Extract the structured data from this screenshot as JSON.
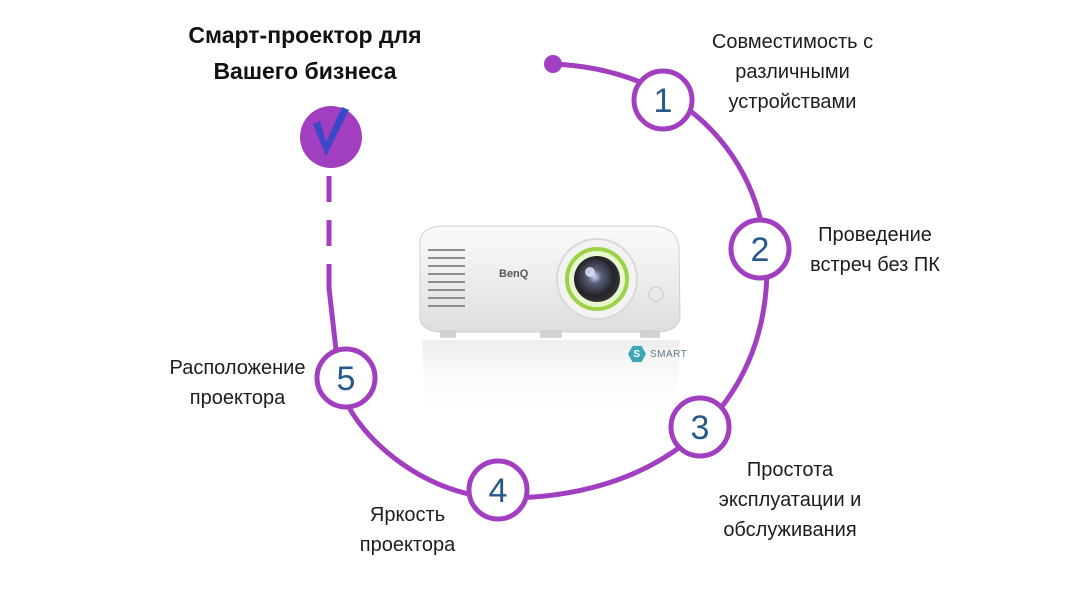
{
  "title": "Смарт-проектор для\nВашего бизнеса",
  "colors": {
    "accent": "#a23fc0",
    "check": "#3b48c9",
    "number": "#27588a"
  },
  "steps": [
    {
      "number": "1",
      "label": "Совместимость с\nразличными\nустройствами"
    },
    {
      "number": "2",
      "label": "Проведение\nвстреч без ПК"
    },
    {
      "number": "3",
      "label": "Простота\nэксплуатации и\nобслуживания"
    },
    {
      "number": "4",
      "label": "Яркость\nпроектора"
    },
    {
      "number": "5",
      "label": "Расположение\nпроектора"
    }
  ],
  "projector": {
    "brand": "BenQ",
    "badge_text": "SMART",
    "badge_icon_text": "S"
  }
}
